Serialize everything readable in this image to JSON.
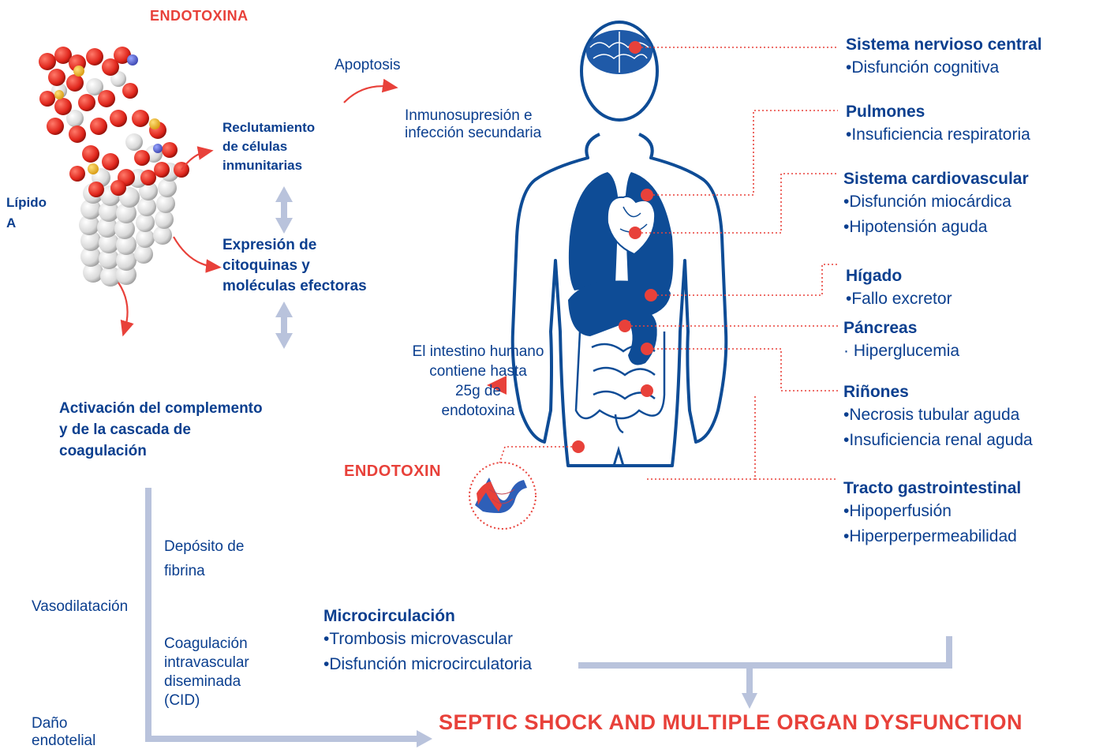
{
  "labels": {
    "endotoxina": "ENDOTOXINA",
    "lipido_a": "Lípido\nA",
    "apoptosis": "Apoptosis",
    "inmunosupresion": "Inmunosupresión e\ninfección secundaria",
    "reclutamiento": "Reclutamiento\nde células\ninmunitarias",
    "expresion": "Expresión de\ncitoquinas y\nmoléculas efectoras",
    "activacion": "Activación del complemento\ny de la cascada de\ncoagulación",
    "intestino": "El intestino humano\ncontiene hasta\n25g de\nendotoxina",
    "endotoxin": "ENDOTOXIN",
    "deposito": "Depósito de\nfibrina",
    "vasodilatacion": "Vasodilatación",
    "cid": "Coagulación\nintravascular\ndiseminada\n(CID)",
    "dano": "Daño\nendotelial",
    "final": "SEPTIC SHOCK AND MULTIPLE ORGAN DYSFUNCTION"
  },
  "microcirculacion": {
    "title": "Microcirculación",
    "items": [
      "•Trombosis microvascular",
      "•Disfunción microcirculatoria"
    ]
  },
  "organs": [
    {
      "title": "Sistema nervioso central",
      "items": [
        "•Disfunción cognitiva"
      ]
    },
    {
      "title": "Pulmones",
      "items": [
        "•Insuficiencia respiratoria"
      ]
    },
    {
      "title": "Sistema cardiovascular",
      "items": [
        "•Disfunción miocárdica",
        "•Hipotensión aguda"
      ]
    },
    {
      "title": "Hígado",
      "items": [
        "•Fallo excretor"
      ]
    },
    {
      "title": "Páncreas",
      "items": [
        "· Hiperglucemia"
      ]
    },
    {
      "title": "Riñones",
      "items": [
        "•Necrosis tubular aguda",
        "•Insuficiencia renal aguda"
      ]
    },
    {
      "title": "Tracto gastrointestinal",
      "items": [
        "•Hipoperfusión",
        "•Hiperperpermeabilidad"
      ]
    }
  ],
  "colors": {
    "red": "#e8413a",
    "navy": "#0b3f8f",
    "organ_blue": "#0e4c96",
    "arrow_grey": "#b9c3dc"
  },
  "icons": [
    "lipid-a-molecule-icon",
    "human-body-icon",
    "blood-vessel-icon"
  ]
}
